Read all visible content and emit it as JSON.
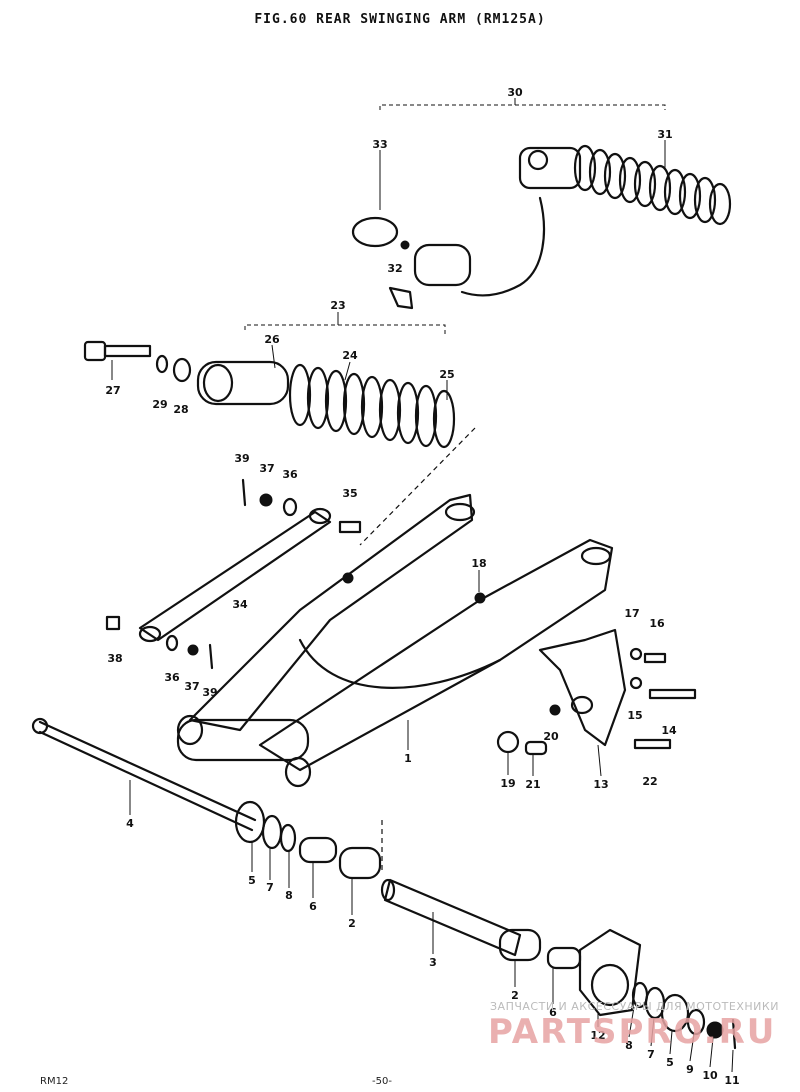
{
  "figure": {
    "title": "FIG.60  REAR SWINGING ARM (RM125A)",
    "footer_left": "RM12",
    "footer_page": "-50-"
  },
  "watermark": {
    "line1": "ЗАПЧАСТИ И АКСЕССУАРЫ ДЛЯ МОТОТЕХНИКИ",
    "line2": "PARTSPRO.RU"
  },
  "callouts": [
    {
      "id": "c30",
      "text": "30"
    },
    {
      "id": "c31",
      "text": "31"
    },
    {
      "id": "c33",
      "text": "33"
    },
    {
      "id": "c32",
      "text": "32"
    },
    {
      "id": "c23",
      "text": "23"
    },
    {
      "id": "c26",
      "text": "26"
    },
    {
      "id": "c24",
      "text": "24"
    },
    {
      "id": "c25",
      "text": "25"
    },
    {
      "id": "c27",
      "text": "27"
    },
    {
      "id": "c29",
      "text": "29"
    },
    {
      "id": "c28",
      "text": "28"
    },
    {
      "id": "c39a",
      "text": "39"
    },
    {
      "id": "c37a",
      "text": "37"
    },
    {
      "id": "c36a",
      "text": "36"
    },
    {
      "id": "c35",
      "text": "35"
    },
    {
      "id": "c34",
      "text": "34"
    },
    {
      "id": "c38",
      "text": "38"
    },
    {
      "id": "c36b",
      "text": "36"
    },
    {
      "id": "c37b",
      "text": "37"
    },
    {
      "id": "c39b",
      "text": "39"
    },
    {
      "id": "c18",
      "text": "18"
    },
    {
      "id": "c17",
      "text": "17"
    },
    {
      "id": "c16",
      "text": "16"
    },
    {
      "id": "c15",
      "text": "15"
    },
    {
      "id": "c14",
      "text": "14"
    },
    {
      "id": "c20",
      "text": "20"
    },
    {
      "id": "c19",
      "text": "19"
    },
    {
      "id": "c21",
      "text": "21"
    },
    {
      "id": "c13",
      "text": "13"
    },
    {
      "id": "c22",
      "text": "22"
    },
    {
      "id": "c1",
      "text": "1"
    },
    {
      "id": "c4",
      "text": "4"
    },
    {
      "id": "c5a",
      "text": "5"
    },
    {
      "id": "c7a",
      "text": "7"
    },
    {
      "id": "c8a",
      "text": "8"
    },
    {
      "id": "c6a",
      "text": "6"
    },
    {
      "id": "c2a",
      "text": "2"
    },
    {
      "id": "c3",
      "text": "3"
    },
    {
      "id": "c2b",
      "text": "2"
    },
    {
      "id": "c6b",
      "text": "6"
    },
    {
      "id": "c12",
      "text": "12"
    },
    {
      "id": "c8b",
      "text": "8"
    },
    {
      "id": "c7b",
      "text": "7"
    },
    {
      "id": "c5b",
      "text": "5"
    },
    {
      "id": "c9",
      "text": "9"
    },
    {
      "id": "c10",
      "text": "10"
    },
    {
      "id": "c11",
      "text": "11"
    }
  ]
}
